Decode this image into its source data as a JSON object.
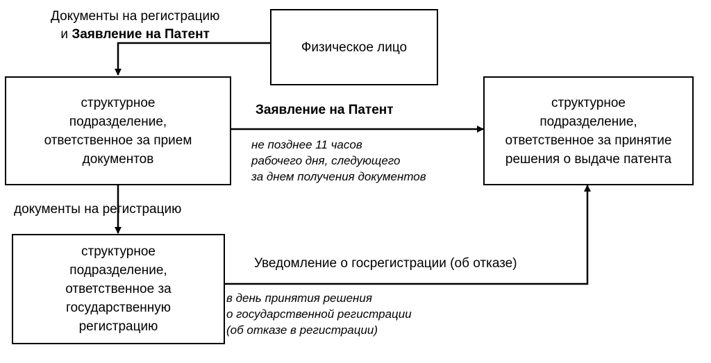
{
  "boxes": {
    "individual": "Физическое лицо",
    "reception": "структурное\nподразделение,\nответственное за прием\nдокументов",
    "decision": "структурное\nподразделение,\nответственное за принятие\nрешения о выдаче патента",
    "registration": "структурное\nподразделение,\nответственное за\nгосударственную\nрегистрацию"
  },
  "labels": {
    "top_line1": "Документы на регистрацию",
    "top_line2_prefix": "и ",
    "top_line2_bold": "Заявление на Патент",
    "patent_app": "Заявление на Патент",
    "deadline": "не позднее 11 часов\nрабочего дня, следующего\nза днем получения документов",
    "docs_registration": "документы на регистрацию",
    "notification": "Уведомление о госрегистрации (об отказе)",
    "decision_day": "в день принятия решения\nо государственной регистрации\n(об отказе в регистрации)"
  }
}
